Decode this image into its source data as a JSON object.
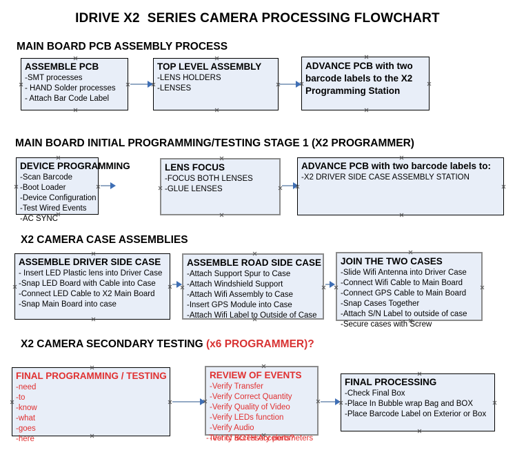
{
  "document": {
    "title": "IDRIVE X2  SERIES CAMERA PROCESSING FLOWCHART"
  },
  "colors": {
    "box_fill": "#e8eef8",
    "box_border": "#000000",
    "box_border_gray": "#8a8a8a",
    "connector": "#93a9c4",
    "arrow_head": "#3f6fb5",
    "accent_red": "#e03030",
    "text": "#000000"
  },
  "sections": [
    {
      "id": "main-board-pcb-assembly",
      "header": "MAIN BOARD PCB ASSEMBLY PROCESS",
      "header_accent": ""
    },
    {
      "id": "main-board-initial-programming",
      "header": "MAIN BOARD INITIAL PROGRAMMING/TESTING STAGE 1 (X2 PROGRAMMER)",
      "header_accent": ""
    },
    {
      "id": "x2-camera-case-assemblies",
      "header": "X2 CAMERA CASE ASSEMBLIES",
      "header_accent": ""
    },
    {
      "id": "x2-camera-secondary-testing",
      "header": "X2 CAMERA SECONDARY TESTING ",
      "header_accent": "(x6 PROGRAMMER)?"
    }
  ],
  "nodes": {
    "assemble_pcb": {
      "title": "ASSEMBLE PCB",
      "lines": [
        "-SMT processes",
        "- HAND Solder processes",
        "- Attach Bar Code Label"
      ]
    },
    "top_level_assembly": {
      "title": "TOP LEVEL ASSEMBLY",
      "lines": [
        "-LENS HOLDERS",
        "-LENSES"
      ]
    },
    "advance_pcb_station": {
      "title": "ADVANCE PCB with two barcode labels to the  X2 Programming Station",
      "lines": []
    },
    "device_programming": {
      "title": "DEVICE PROGRAMMING",
      "lines": [
        "-Scan Barcode",
        "-Boot Loader",
        "-Device Configuration",
        "-Test Wired Events",
        "-AC SYNC"
      ]
    },
    "lens_focus": {
      "title": "LENS FOCUS",
      "lines": [
        "-FOCUS BOTH LENSES",
        "-GLUE LENSES"
      ]
    },
    "advance_pcb_driver_case": {
      "title": "ADVANCE PCB with two barcode labels to:",
      "lines": [
        "-X2 DRIVER  SIDE  CASE  ASSEMBLY STATION"
      ]
    },
    "assemble_driver_side_case": {
      "title": "ASSEMBLE DRIVER SIDE CASE",
      "lines": [
        "- Insert LED Plastic lens into Driver Case",
        "-Snap LED Board with Cable into Case",
        "-Connect LED Cable to X2 Main Board",
        "-Snap Main Board into case"
      ]
    },
    "assemble_road_side_case": {
      "title": "ASSEMBLE ROAD SIDE CASE",
      "lines": [
        "-Attach Support Spur to Case",
        "-Attach Windshield Support",
        "-Attach Wifi Assembly to Case",
        "-Insert GPS Module into Case",
        "-Attach Wifi Label to Outside of Case"
      ]
    },
    "join_the_two_cases": {
      "title": "JOIN THE TWO CASES",
      "lines": [
        "-Slide Wifi Antenna into Driver Case",
        "-Connect Wifi Cable to Main Board",
        "-Connect GPS Cable to Main Board",
        "-Snap Cases Together",
        "-Attach S/N Label to outside of case",
        "-Secure cases with Screw"
      ]
    },
    "final_programming_testing": {
      "title": "FINAL PROGRAMMING / TESTING",
      "lines": [
        "-need",
        "-to",
        "-know",
        "-what",
        "-goes",
        "-here"
      ]
    },
    "review_of_events": {
      "title": "REVIEW OF EVENTS",
      "lines": [
        "-Verify Transfer",
        "-Verify Correct Quantity",
        "-Verify Quality of Video",
        "-Verify LEDs function",
        "-Verify Audio",
        "-Verify BOTH Accelerometers"
      ],
      "overflow_line": "-Test of accessory ports?"
    },
    "final_processing": {
      "title": "FINAL PROCESSING",
      "lines": [
        " -Check Final Box",
        "-Place In Bubble wrap Bag and BOX",
        "-Place Barcode Label on Exterior or Box"
      ]
    }
  }
}
